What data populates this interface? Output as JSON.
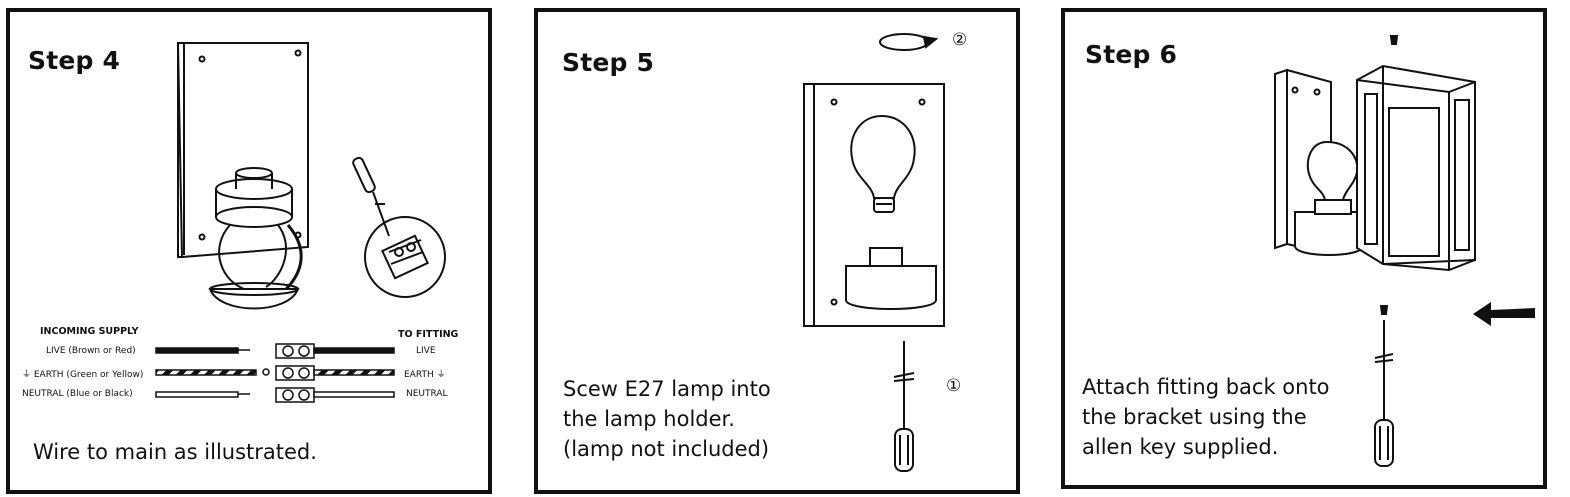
{
  "steps": [
    {
      "title": "Step 4",
      "caption_lines": [
        "Wire to main as illustrated."
      ],
      "wiring": {
        "incoming_header": "INCOMING SUPPLY",
        "fitting_header": "TO FITTING",
        "rows": [
          {
            "left": "LIVE (Brown or Red)",
            "right": "LIVE"
          },
          {
            "left": "⏚ EARTH (Green or Yellow)",
            "right": "EARTH ⏚"
          },
          {
            "left": "NEUTRAL (Blue or Black)",
            "right": "NEUTRAL"
          }
        ]
      }
    },
    {
      "title": "Step 5",
      "caption_lines": [
        "Scew E27 lamp into",
        "the lamp holder.",
        "(lamp not included)"
      ],
      "markers": [
        "①",
        "②"
      ]
    },
    {
      "title": "Step 6",
      "caption_lines": [
        "Attach fitting back onto",
        "the bracket using the",
        "allen key supplied."
      ]
    }
  ]
}
